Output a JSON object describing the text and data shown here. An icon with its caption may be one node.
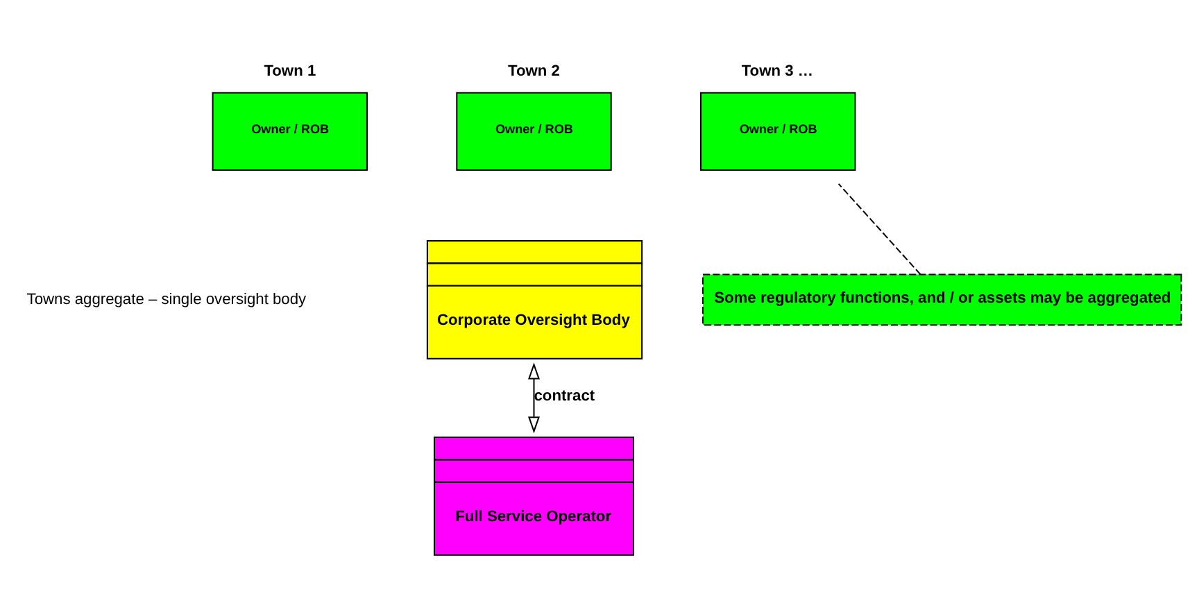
{
  "diagram": {
    "nodes": [
      {
        "text": [
          "Town 1",
          "Owner / ROB"
        ]
      },
      {
        "text": [
          "Town 2",
          "Owner / ROB"
        ]
      },
      {
        "text": [
          "Town 3 …",
          "Owner / ROB"
        ]
      },
      {
        "text": [
          "Corporate Oversight Body"
        ]
      },
      {
        "text": [
          "Full Service Operator"
        ]
      },
      {
        "text": [
          "Some regulatory functions, and / or assets may be aggregated"
        ]
      }
    ],
    "edges": [
      {
        "from": 3,
        "to": 4,
        "arrow": "both",
        "label": "contract"
      },
      {
        "from": 5,
        "to": 2,
        "arrow": "none",
        "style": "dashed"
      }
    ],
    "labels": [
      "Towns aggregate – single oversight body"
    ]
  }
}
